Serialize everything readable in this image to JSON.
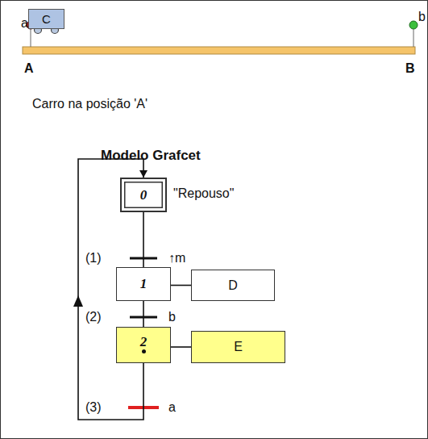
{
  "diagram": {
    "title": "Modelo Grafcet",
    "nodes": [
      {
        "text": [
          "C"
        ]
      },
      {
        "text": [
          "0"
        ]
      },
      {
        "text": [
          "1"
        ]
      },
      {
        "text": [
          "D"
        ]
      },
      {
        "text": [
          "2"
        ]
      },
      {
        "text": [
          "E"
        ]
      }
    ],
    "edges": [
      {
        "from": 1,
        "to": 2,
        "arrow": "none"
      },
      {
        "from": 2,
        "to": 3,
        "arrow": "none"
      },
      {
        "from": 2,
        "to": 4,
        "arrow": "none"
      },
      {
        "from": 4,
        "to": 5,
        "arrow": "none"
      },
      {
        "from": 4,
        "to": 1,
        "arrow": "to"
      }
    ],
    "labels": [
      "a",
      "b",
      "A",
      "B",
      "Carro na posição 'A'",
      "\"Repouso\"",
      "(1)",
      "↑m",
      "(2)",
      "b",
      "(3)",
      "a"
    ]
  }
}
